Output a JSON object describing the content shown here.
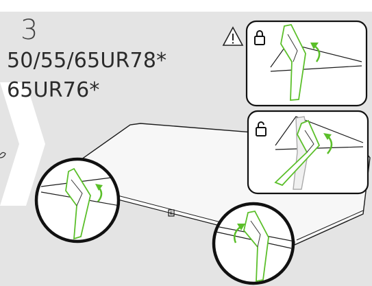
{
  "step": {
    "number": "3"
  },
  "models": {
    "line1": "50/55/65UR78*",
    "line2": "65UR76*"
  },
  "icons": [
    "warning-icon",
    "lock-closed-icon",
    "lock-open-icon",
    "rotate-arrow-icon"
  ],
  "colors": {
    "panel_bg": "#e4e4e4",
    "page_bg": "#ffffff",
    "chevron": "#ffffff",
    "accent_green": "#5bbf2a",
    "line": "#1a1a1a"
  }
}
